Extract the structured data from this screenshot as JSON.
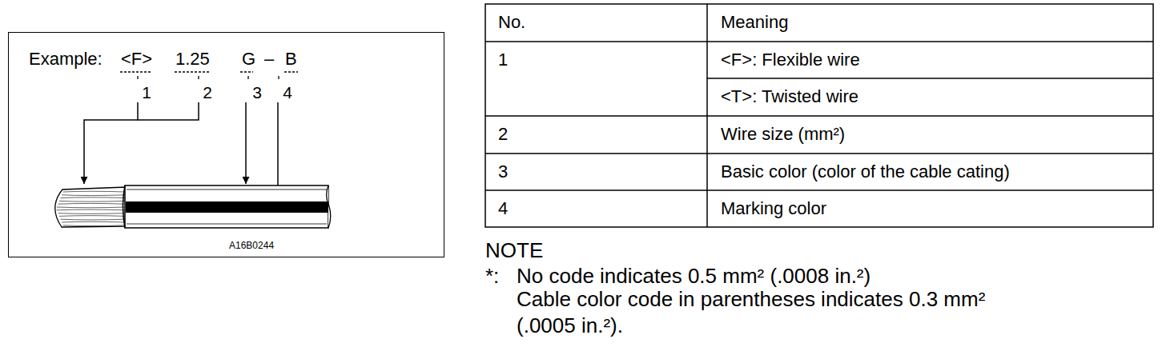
{
  "diagram": {
    "nodes": [
      {
        "text": [
          "Example:",
          "<F>",
          "1.25",
          "G",
          "–",
          "B",
          "1",
          "2",
          "3",
          "4",
          "A16B0244"
        ]
      }
    ],
    "labels": [
      "No.",
      "Meaning",
      "1",
      "<F>: Flexible wire",
      "<T>: Twisted wire",
      "2",
      "Wire size (mm²)",
      "3",
      "Basic color (color of the cable cating)",
      "4",
      "Marking color",
      "NOTE",
      "*:",
      "No code indicates 0.5 mm² (.0008 in.²)",
      "Cable color code in parentheses indicates 0.3 mm² (.0005 in.²)."
    ]
  }
}
